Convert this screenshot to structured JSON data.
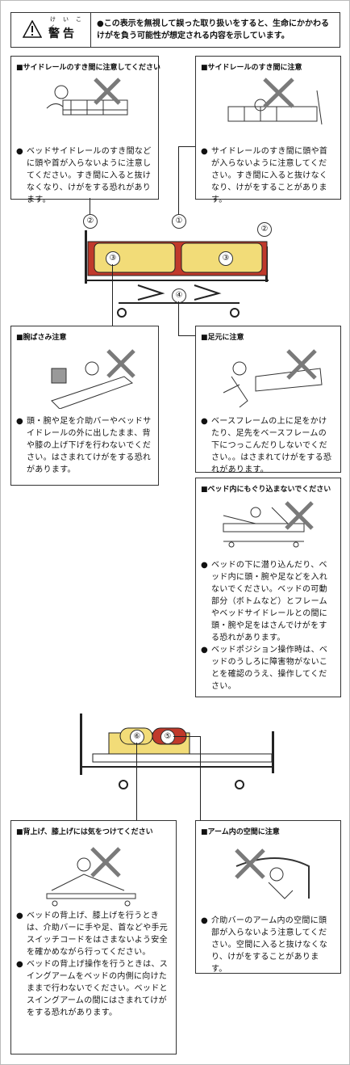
{
  "header": {
    "warning_label": "警告",
    "ruby": "けいこく",
    "description": "●この表示を無視して誤った取り扱いをすると、生命にかかわるけがを負う可能性が想定される内容を示しています。"
  },
  "boxes": [
    {
      "title": "■サイドレールのすき間に注意してください",
      "items": [
        "ベッドサイドレールのすき間などに頭や首が入らないように注意してください。すき間に入ると抜けなくなり、けがをする恐れがあります。"
      ]
    },
    {
      "title": "■サイドレールのすき間に注意",
      "items": [
        "サイドレールのすき間に頭や首が入らないように注意してください。すき間に入ると抜けなくなり、けがをすることがあります。"
      ]
    },
    {
      "title": "■腕ばさみ注意",
      "items": [
        "頭・腕や足を介助バーやベッドサイドレールの外に出したまま、背や膝の上げ下げを行わないでください。はさまれてけがをする恐れがあります。"
      ]
    },
    {
      "title": "■足元に注意",
      "items": [
        "ベースフレームの上に足をかけたり、足先をベースフレームの下につっこんだりしないでください。。はさまれてけがをする恐れがあります。"
      ]
    },
    {
      "title": "■ベッド内にもぐり込まないでください",
      "items": [
        "ベッドの下に潜り込んだり、ベッド内に頭・腕や足などを入れないでください。ベッドの可動部分（ボトムなど）とフレームやベッドサイドレールとの間に頭・腕や足をはさんでけがをする恐れがあります。",
        "ベッドポジション操作時は、ベッドのうしろに障害物がないことを確認のうえ、操作してください。"
      ]
    },
    {
      "title": "■背上げ、膝上げには気をつけてください",
      "items": [
        "ベッドの背上げ、膝上げを行うときは、介助バーに手や足、首などや手元スイッチコードをはさまないよう安全を確かめながら行ってください。",
        "ベッドの背上げ操作を行うときは、スイングアームをベッドの内側に向けたままで行わないでください。ベッドとスイングアームの間にはさまれてけがをする恐れがあります。"
      ]
    },
    {
      "title": "■アーム内の空間に注意",
      "items": [
        "介助バーのアーム内の空間に頭部が入らないよう注意してください。空間に入ると抜けなくなり、けがをすることがあります。"
      ]
    }
  ],
  "markers": {
    "m1": "①",
    "m2": "②",
    "m3": "③",
    "m4": "④",
    "m5": "⑤",
    "m6": "⑥"
  },
  "colors": {
    "mattress": "#f2dc78",
    "frame_red": "#c0392b",
    "cross": "#7a7a7a"
  }
}
